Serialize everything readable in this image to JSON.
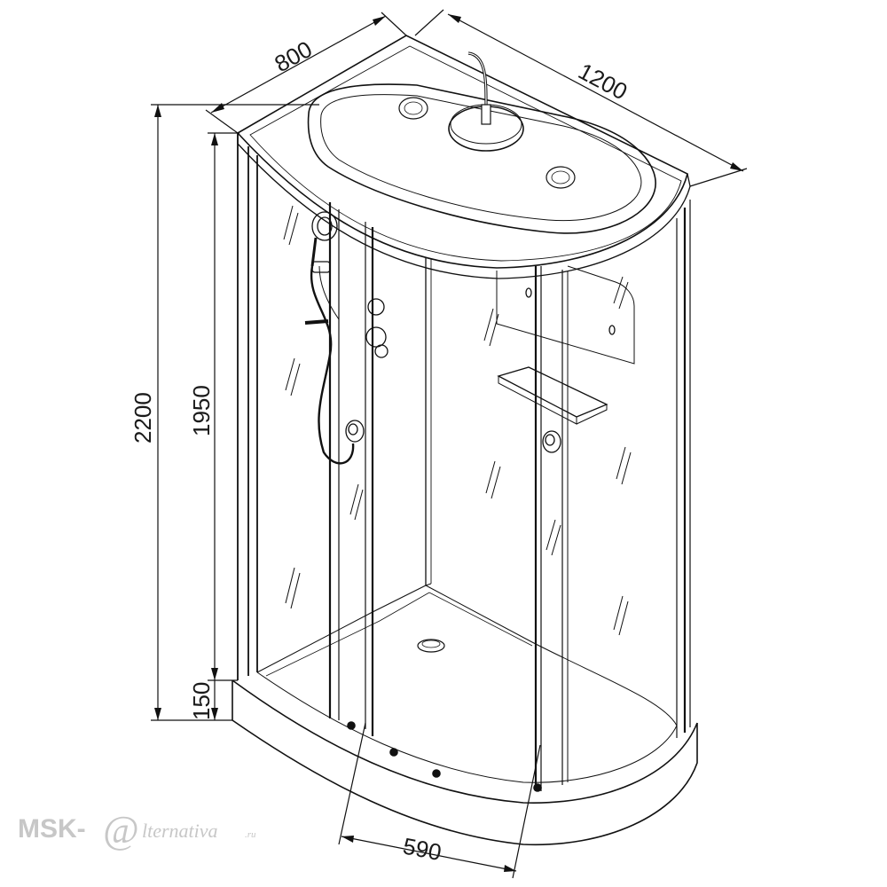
{
  "dimensions": {
    "depth": "800",
    "width": "1200",
    "total_height": "2200",
    "cabin_height": "1950",
    "tray_height": "150",
    "door_width": "590"
  },
  "watermark": {
    "brand_left": "MSK-",
    "at_symbol": "@",
    "brand_right": "lternativa",
    "domain": ".ru"
  }
}
